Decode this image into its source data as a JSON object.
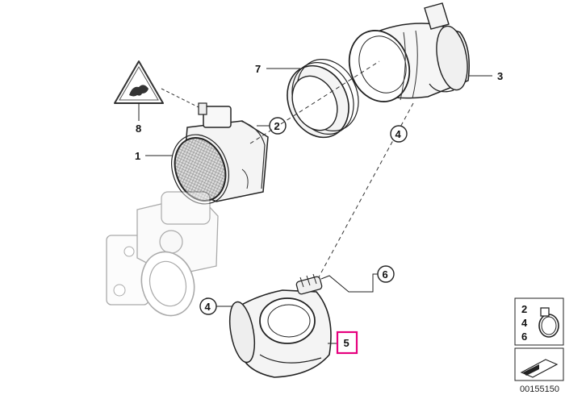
{
  "diagram": {
    "callouts": [
      {
        "id": "1",
        "label": "1"
      },
      {
        "id": "2",
        "label": "2"
      },
      {
        "id": "3",
        "label": "3"
      },
      {
        "id": "4a",
        "label": "4"
      },
      {
        "id": "4b",
        "label": "4"
      },
      {
        "id": "5",
        "label": "5"
      },
      {
        "id": "6",
        "label": "6"
      },
      {
        "id": "7",
        "label": "7"
      },
      {
        "id": "8",
        "label": "8"
      }
    ],
    "highlight_color": "#e6007e",
    "legend": {
      "items": [
        "2",
        "4",
        "6"
      ]
    },
    "document_id": "00155150"
  }
}
